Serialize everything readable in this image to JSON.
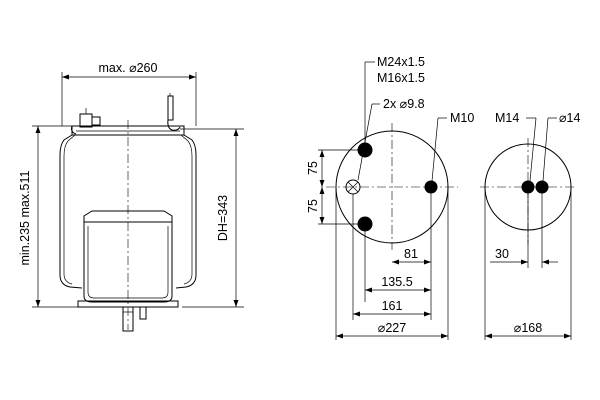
{
  "side_view": {
    "top_width_label": "max. ⌀260",
    "height_range_label": "min.235 max.511",
    "design_height_label": "DH=343"
  },
  "top_plate_view": {
    "thread_primary_label": "M24x1.5",
    "thread_secondary_label": "M16x1.5",
    "hole_label": "2x ⌀9.8",
    "stud_label": "M10",
    "pitch_upper_label": "75",
    "pitch_lower_label": "75",
    "dim_81_label": "81",
    "dim_135_label": "135.5",
    "dim_161_label": "161",
    "diameter_label": "⌀227"
  },
  "bottom_plate_view": {
    "stud_label": "M14",
    "hole_label": "⌀14",
    "spacing_label": "30",
    "diameter_label": "⌀168"
  }
}
